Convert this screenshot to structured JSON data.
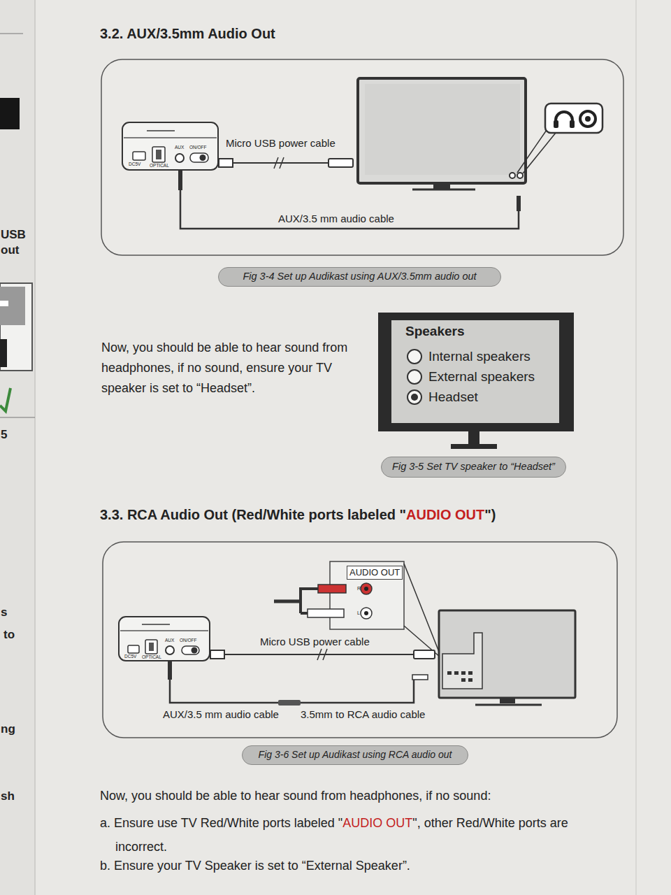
{
  "diagram": {
    "title": "3.2. AUX/3.5mm Audio Out",
    "nodes": [
      {
        "text": [
          "DC5V",
          "OPTICAL",
          "AUX",
          "ON/OFF"
        ]
      },
      {
        "text": [
          "Fig 3-4 Set up Audikast using AUX/3.5mm audio out"
        ]
      },
      {
        "text": [
          "Speakers",
          "Internal speakers",
          "External speakers",
          "Headset"
        ]
      },
      {
        "text": [
          "Fig 3-5 Set TV speaker to “Headset”"
        ]
      },
      {
        "text": [
          "AUDIO OUT",
          "R",
          "L"
        ]
      },
      {
        "text": [
          "DC5V",
          "OPTICAL",
          "AUX",
          "ON/OFF"
        ]
      },
      {
        "text": [
          "Fig 3-6 Set up Audikast using RCA audio out"
        ]
      }
    ],
    "labels": [
      "Micro USB power cable",
      "AUX/3.5 mm audio cable",
      "Now, you should be able to hear sound from headphones, if no sound, ensure your TV speaker is set to “Headset”.",
      "3.3. RCA Audio Out (Red/White ports labeled \"",
      "AUDIO OUT",
      "\")",
      "Micro USB power cable",
      "AUX/3.5 mm audio cable",
      "3.5mm to RCA audio cable",
      "Now, you should be able to hear sound from headphones, if no sound:",
      "a. Ensure use TV Red/White ports labeled \"",
      "AUDIO OUT",
      "\", other Red/White ports are incorrect.",
      "b. Ensure your TV Speaker is set to “External Speaker”.",
      "USB",
      "out",
      "5",
      "s",
      "to",
      "ng",
      "sh"
    ]
  }
}
